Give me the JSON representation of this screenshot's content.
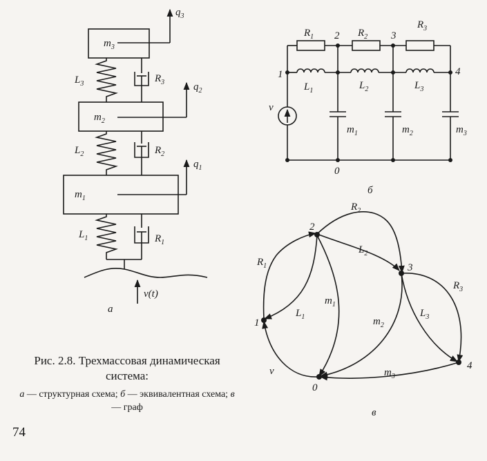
{
  "panel_a": {
    "label": "а",
    "masses": [
      "m3",
      "m2",
      "m1"
    ],
    "springs": [
      "L3",
      "L2",
      "L1"
    ],
    "dampers": [
      "R3",
      "R2",
      "R1"
    ],
    "outputs": [
      "q3",
      "q2",
      "q1"
    ],
    "input": "v(t)"
  },
  "panel_b": {
    "label": "б",
    "nodes": [
      "1",
      "2",
      "3",
      "4",
      "0"
    ],
    "resistors": [
      "R1",
      "R2",
      "R3"
    ],
    "inductors": [
      "L1",
      "L2",
      "L3"
    ],
    "capacitors": [
      "m1",
      "m2",
      "m3"
    ],
    "source": "v"
  },
  "panel_c": {
    "label": "в",
    "nodes": [
      "2",
      "3",
      "1",
      "4",
      "0"
    ],
    "edges": [
      "R2",
      "L2",
      "R1",
      "m1",
      "L1",
      "R3",
      "L3",
      "m2",
      "m3",
      "v"
    ]
  },
  "caption": {
    "title": "Рис. 2.8. Трехмассовая динамическая система:",
    "a_key": "а",
    "a_text": " — структурная схема; ",
    "b_key": "б",
    "b_text": " — эквивалентная схема; ",
    "c_key": "в",
    "c_text": " — граф"
  },
  "page_number": "74"
}
